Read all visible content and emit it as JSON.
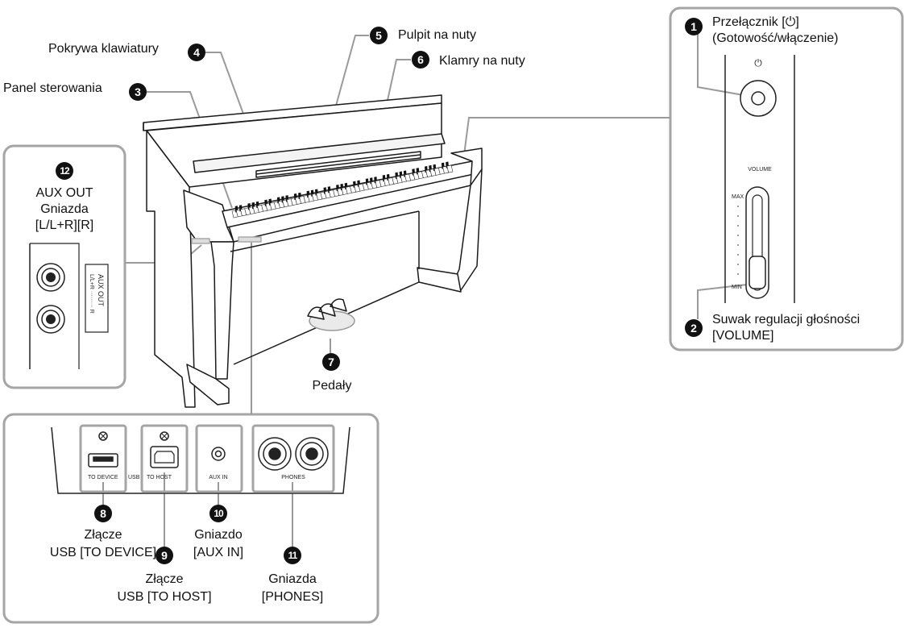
{
  "callouts": {
    "c1": {
      "num": "1",
      "line1": "Przełącznik [⏻]",
      "line2": "(Gotowość/włączenie)"
    },
    "c2": {
      "num": "2",
      "line1": "Suwak regulacji głośności",
      "line2": "[VOLUME]"
    },
    "c3": {
      "num": "3",
      "text": "Panel sterowania"
    },
    "c4": {
      "num": "4",
      "text": "Pokrywa klawiatury"
    },
    "c5": {
      "num": "5",
      "text": "Pulpit na nuty"
    },
    "c6": {
      "num": "6",
      "text": "Klamry na nuty"
    },
    "c7": {
      "num": "7",
      "text": "Pedały"
    },
    "c8": {
      "num": "8",
      "line1": "Złącze",
      "line2": "USB [TO DEVICE]"
    },
    "c9": {
      "num": "9",
      "line1": "Złącze",
      "line2": "USB [TO HOST]"
    },
    "c10": {
      "num": "10",
      "line1": "Gniazdo",
      "line2": "[AUX IN]"
    },
    "c11": {
      "num": "11",
      "line1": "Gniazda",
      "line2": "[PHONES]"
    },
    "c12": {
      "num": "12",
      "line1": "AUX OUT",
      "line2": "Gniazda",
      "line3": "[L/L+R][R]"
    }
  },
  "panel_printed": {
    "power_symbol": "⏻",
    "volume": "VOLUME",
    "max": "MAX",
    "min": "MIN",
    "to_device": "TO DEVICE",
    "usb": "USB",
    "to_host": "TO HOST",
    "aux_in": "AUX IN",
    "phones": "PHONES",
    "aux_out": "AUX OUT",
    "aux_out_lr": "L/L+R ········· R"
  },
  "colors": {
    "callout_box": "#a5a5a5",
    "line": "#9a9a9a",
    "badge": "#111111"
  }
}
